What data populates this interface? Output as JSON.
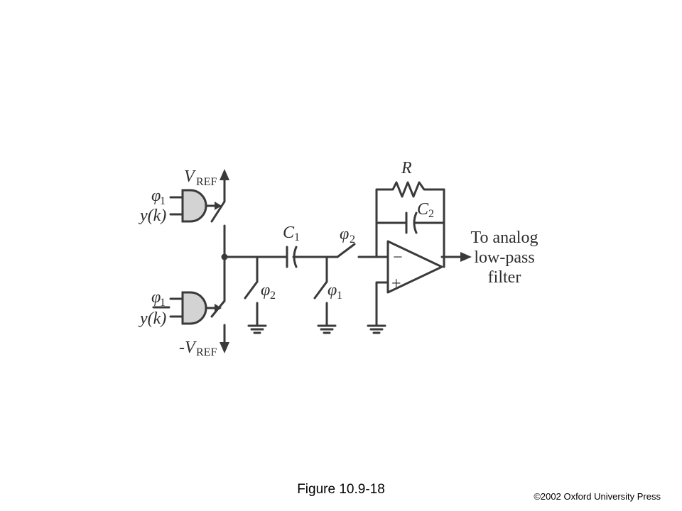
{
  "labels": {
    "vref_top": "V",
    "vref_top_sub": "REF",
    "vref_bottom": "-V",
    "vref_bottom_sub": "REF",
    "gate1_phi": "φ",
    "gate1_phi_sub": "1",
    "gate1_input": "y(k)",
    "gate2_phi": "φ",
    "gate2_phi_sub": "1",
    "gate2_input": "y(k)",
    "cap1": "C",
    "cap1_sub": "1",
    "cap2": "C",
    "cap2_sub": "2",
    "resistor": "R",
    "sw_c1_top": "φ",
    "sw_c1_top_sub": "2",
    "sw_shunt_left": "φ",
    "sw_shunt_left_sub": "2",
    "sw_shunt_right": "φ",
    "sw_shunt_right_sub": "1",
    "opamp_minus": "−",
    "opamp_plus": "+",
    "output_line1": "To analog",
    "output_line2": "low-pass",
    "output_line3": "filter"
  },
  "caption": "Figure 10.9-18",
  "copyright": "©2002 Oxford University Press"
}
